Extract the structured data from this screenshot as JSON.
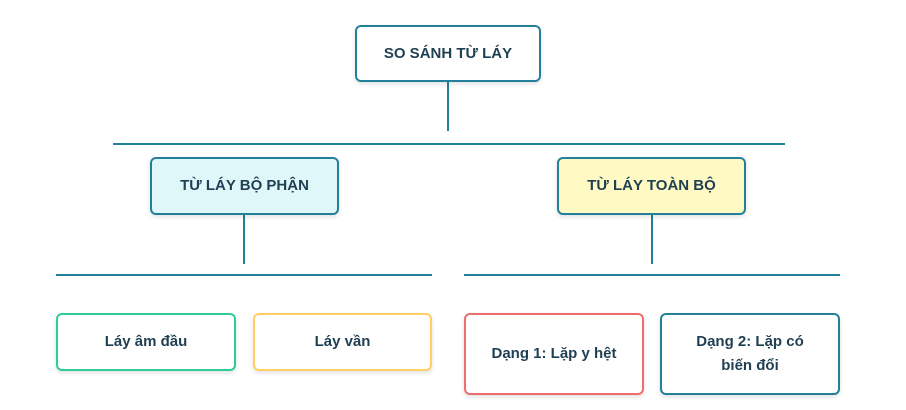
{
  "root": {
    "label": "SO SÁNH TỪ LÁY"
  },
  "branches": [
    {
      "label": "TỪ LÁY BỘ PHẬN",
      "children": [
        {
          "label": "Láy âm đầu"
        },
        {
          "label": "Láy vần"
        }
      ]
    },
    {
      "label": "TỪ LÁY TOÀN BỘ",
      "children": [
        {
          "label": "Dạng 1: Lặp y hệt"
        },
        {
          "label": "Dạng 2: Lặp có biến đổi"
        }
      ]
    }
  ],
  "colors": {
    "connector": "#23809a",
    "text": "#1f3f52",
    "branch_partial_fill": "#e0f7fa",
    "branch_full_fill": "#fff9c4",
    "leaf_am_dau_border": "#2ecc9a",
    "leaf_van_border": "#ffcf66",
    "leaf_dang1_border": "#ee6e6e",
    "leaf_dang2_border": "#23809a"
  }
}
